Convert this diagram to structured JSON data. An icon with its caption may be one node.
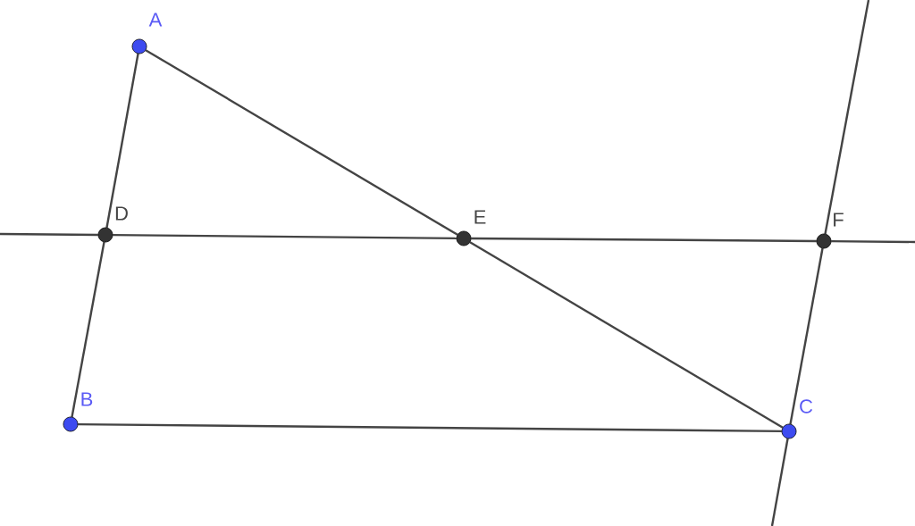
{
  "diagram": {
    "nodes": [
      {
        "text": [
          "A"
        ]
      },
      {
        "text": [
          "B"
        ]
      },
      {
        "text": [
          "C"
        ]
      },
      {
        "text": [
          "D"
        ]
      },
      {
        "text": [
          "E"
        ]
      },
      {
        "text": [
          "F"
        ]
      }
    ],
    "edges": [
      {
        "from": 0,
        "to": 3,
        "arrow": "none"
      },
      {
        "from": 3,
        "to": 1,
        "arrow": "none"
      },
      {
        "from": 0,
        "to": 4,
        "arrow": "none"
      },
      {
        "from": 4,
        "to": 2,
        "arrow": "none"
      },
      {
        "from": 1,
        "to": 2,
        "arrow": "none"
      },
      {
        "from": null,
        "to": 3,
        "arrow": "none"
      },
      {
        "from": 3,
        "to": 4,
        "arrow": "none"
      },
      {
        "from": 4,
        "to": 5,
        "arrow": "none"
      },
      {
        "from": 5,
        "to": null,
        "arrow": "none"
      },
      {
        "from": null,
        "to": 5,
        "arrow": "none"
      },
      {
        "from": 5,
        "to": 2,
        "arrow": "none"
      },
      {
        "from": 2,
        "to": null,
        "arrow": "none"
      }
    ]
  }
}
